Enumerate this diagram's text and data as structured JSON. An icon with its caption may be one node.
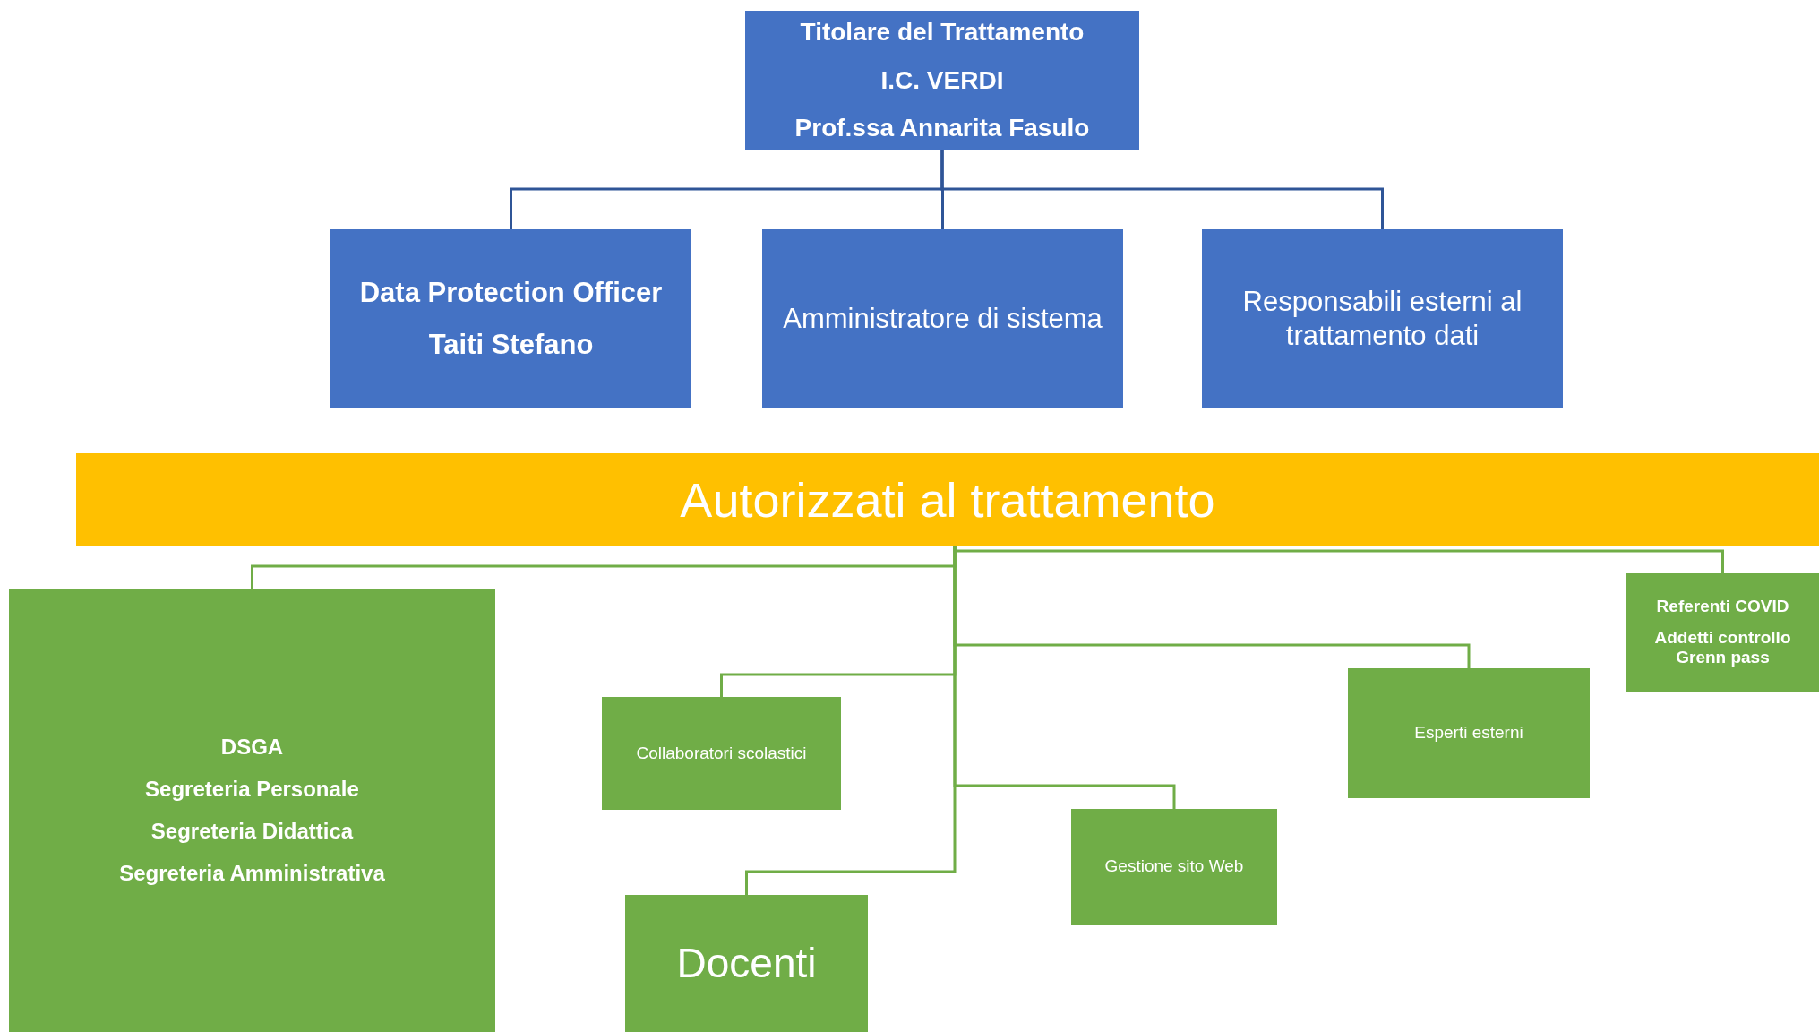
{
  "diagram": {
    "nodes": [
      {
        "text": [
          "Titolare del Trattamento",
          "I.C. VERDI",
          "Prof.ssa Annarita Fasulo"
        ]
      },
      {
        "text": [
          "Data Protection Officer",
          "Taiti Stefano"
        ]
      },
      {
        "text": [
          "Amministratore di sistema"
        ]
      },
      {
        "text": [
          "Responsabili esterni al trattamento dati"
        ]
      },
      {
        "text": [
          "Autorizzati al trattamento"
        ]
      },
      {
        "text": [
          "Referenti COVID",
          "Addetti controllo Grenn pass"
        ]
      },
      {
        "text": [
          "DSGA",
          "Segreteria Personale",
          "Segreteria Didattica",
          "Segreteria Amministrativa"
        ]
      },
      {
        "text": [
          "Esperti esterni"
        ]
      },
      {
        "text": [
          "Collaboratori scolastici"
        ]
      },
      {
        "text": [
          "Gestione sito Web"
        ]
      },
      {
        "text": [
          "Docenti"
        ]
      }
    ],
    "edges": [
      {
        "from": 0,
        "to": 1,
        "arrow": "none",
        "color": "#2f5597"
      },
      {
        "from": 0,
        "to": 2,
        "arrow": "none",
        "color": "#2f5597"
      },
      {
        "from": 0,
        "to": 3,
        "arrow": "none",
        "color": "#2f5597"
      },
      {
        "from": 4,
        "to": 6,
        "arrow": "none"
      },
      {
        "from": 4,
        "to": 5,
        "arrow": "none"
      },
      {
        "from": 4,
        "to": 7,
        "arrow": "none"
      },
      {
        "from": 4,
        "to": 8,
        "arrow": "none"
      },
      {
        "from": 4,
        "to": 9,
        "arrow": "none"
      },
      {
        "from": 4,
        "to": 10,
        "arrow": "none"
      }
    ]
  }
}
